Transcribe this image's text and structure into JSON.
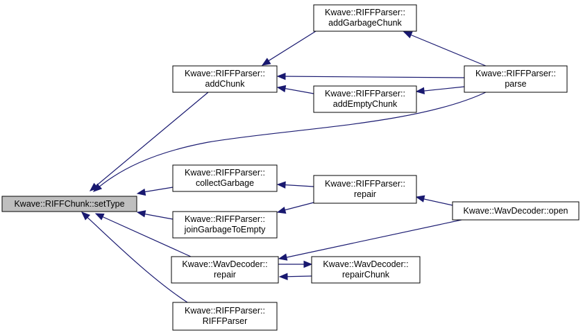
{
  "diagram": {
    "nodes": [
      {
        "id": "settype",
        "lines": [
          "Kwave::RIFFChunk::setType"
        ],
        "root": true
      },
      {
        "id": "addchunk",
        "lines": [
          "Kwave::RIFFParser::",
          "addChunk"
        ]
      },
      {
        "id": "addgarbage",
        "lines": [
          "Kwave::RIFFParser::",
          "addGarbageChunk"
        ]
      },
      {
        "id": "addempty",
        "lines": [
          "Kwave::RIFFParser::",
          "addEmptyChunk"
        ]
      },
      {
        "id": "parse",
        "lines": [
          "Kwave::RIFFParser::",
          "parse"
        ]
      },
      {
        "id": "collect",
        "lines": [
          "Kwave::RIFFParser::",
          "collectGarbage"
        ]
      },
      {
        "id": "rparser_repair",
        "lines": [
          "Kwave::RIFFParser::",
          "repair"
        ]
      },
      {
        "id": "join",
        "lines": [
          "Kwave::RIFFParser::",
          "joinGarbageToEmpty"
        ]
      },
      {
        "id": "wavopen",
        "lines": [
          "Kwave::WavDecoder::open"
        ]
      },
      {
        "id": "wavrepair",
        "lines": [
          "Kwave::WavDecoder::",
          "repair"
        ]
      },
      {
        "id": "repairchunk",
        "lines": [
          "Kwave::WavDecoder::",
          "repairChunk"
        ]
      },
      {
        "id": "ctor",
        "lines": [
          "Kwave::RIFFParser::",
          "RIFFParser"
        ]
      }
    ],
    "edges": [
      {
        "from": "addchunk",
        "to": "settype"
      },
      {
        "from": "parse",
        "to": "settype"
      },
      {
        "from": "collect",
        "to": "settype"
      },
      {
        "from": "join",
        "to": "settype"
      },
      {
        "from": "wavrepair",
        "to": "settype"
      },
      {
        "from": "ctor",
        "to": "settype"
      },
      {
        "from": "addgarbage",
        "to": "addchunk"
      },
      {
        "from": "parse",
        "to": "addchunk"
      },
      {
        "from": "addempty",
        "to": "addchunk"
      },
      {
        "from": "parse",
        "to": "addgarbage"
      },
      {
        "from": "parse",
        "to": "addempty"
      },
      {
        "from": "rparser_repair",
        "to": "collect"
      },
      {
        "from": "rparser_repair",
        "to": "join"
      },
      {
        "from": "wavopen",
        "to": "rparser_repair"
      },
      {
        "from": "wavopen",
        "to": "wavrepair"
      },
      {
        "from": "repairchunk",
        "to": "wavrepair"
      },
      {
        "from": "wavrepair",
        "to": "repairchunk"
      }
    ],
    "colors": {
      "edge": "#191970",
      "root_fill": "#bfbfbf",
      "node_fill": "#ffffff",
      "border": "#000000"
    }
  }
}
